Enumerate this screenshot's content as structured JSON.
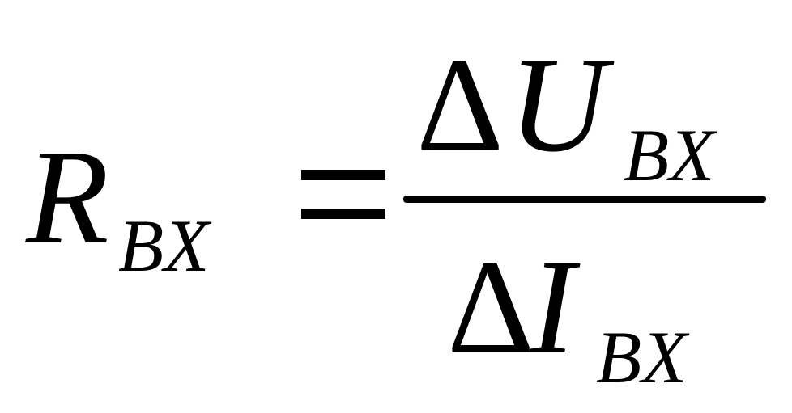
{
  "formula": {
    "lhs": {
      "symbol": "R",
      "subscript": "BX"
    },
    "equals": "=",
    "numerator": {
      "delta": "Δ",
      "symbol": "U",
      "subscript": "BX"
    },
    "denominator": {
      "delta": "Δ",
      "symbol": "I",
      "subscript": "BX"
    }
  }
}
